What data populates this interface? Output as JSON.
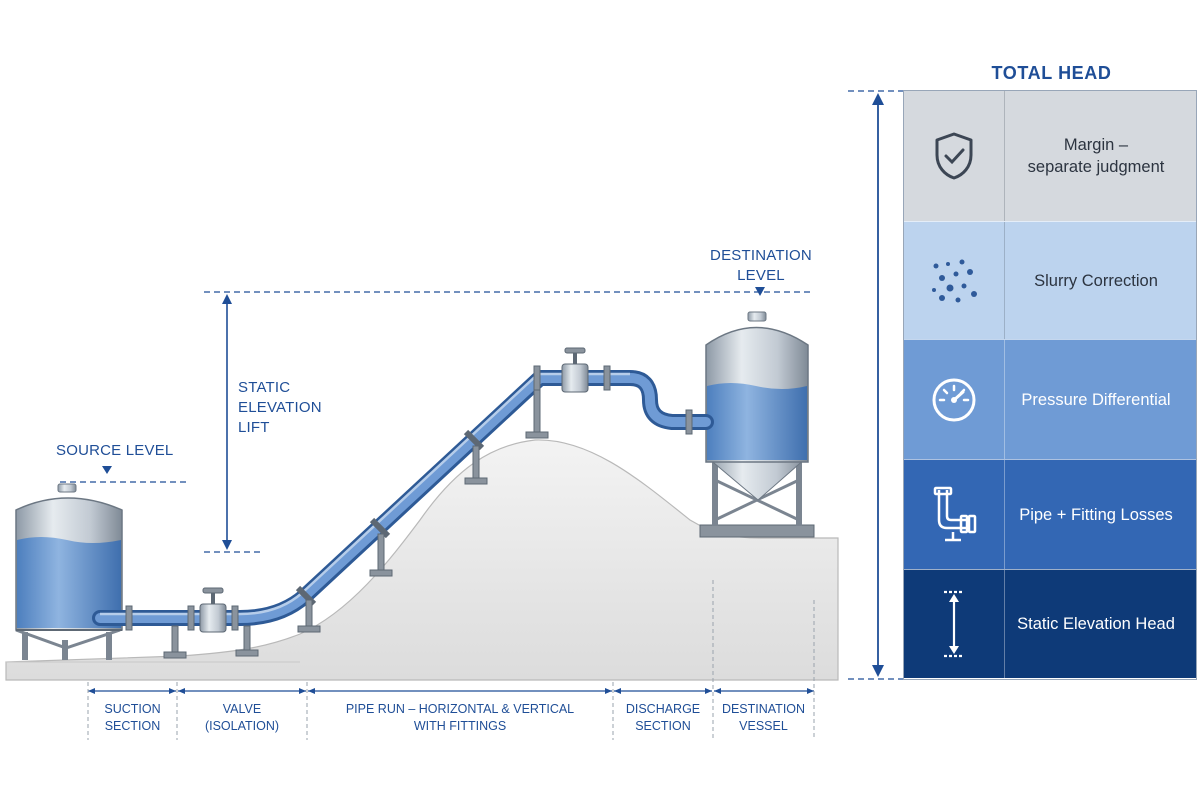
{
  "labels": {
    "source_level": "SOURCE LEVEL",
    "destination_level": "DESTINATION\nLEVEL",
    "static_elevation_lift": "STATIC\nELEVATION\nLIFT"
  },
  "sections": [
    {
      "label": "SUCTION\nSECTION"
    },
    {
      "label": "VALVE\n(ISOLATION)"
    },
    {
      "label": "PIPE RUN – HORIZONTAL & VERTICAL\nWITH FITTINGS"
    },
    {
      "label": "DISCHARGE\nSECTION"
    },
    {
      "label": "DESTINATION\nVESSEL"
    }
  ],
  "total_head": {
    "title": "TOTAL HEAD",
    "components": [
      {
        "label": "Margin –\nseparate judgment",
        "icon": "shield-check-icon",
        "color": "#d5d9de",
        "text_color": "#2c3440"
      },
      {
        "label": "Slurry Correction",
        "icon": "particles-icon",
        "color": "#bcd3ee",
        "text_color": "#2c3440"
      },
      {
        "label": "Pressure Differential",
        "icon": "pressure-gauge-icon",
        "color": "#6f9bd5",
        "text_color": "#ffffff"
      },
      {
        "label": "Pipe + Fitting Losses",
        "icon": "pipe-fitting-icon",
        "color": "#3367b4",
        "text_color": "#ffffff"
      },
      {
        "label": "Static Elevation Head",
        "icon": "elevation-arrow-icon",
        "color": "#0e3a78",
        "text_color": "#ffffff"
      }
    ]
  }
}
